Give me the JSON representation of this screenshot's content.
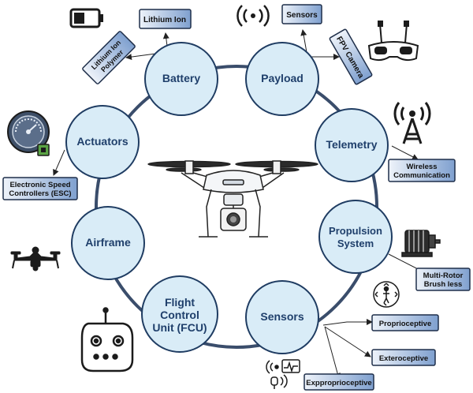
{
  "colors": {
    "node_fill": "#d9ecf7",
    "node_stroke": "#1f3c62",
    "ring": "#3a4d6b",
    "node_text": "#1f3f6b",
    "box_fill_light": "#e8eff8",
    "box_fill_dark": "#7fa0cf",
    "box_stroke": "#1f2f4a",
    "arrow": "#222222",
    "icon": "#1b1b1b"
  },
  "nodes": {
    "battery": "Battery",
    "payload": "Payload",
    "telemetry": "Telemetry",
    "propulsion": [
      "Propulsion",
      "System"
    ],
    "sensors": "Sensors",
    "fcu": [
      "Flight",
      "Control",
      "Unit (FCU)"
    ],
    "airframe": "Airframe",
    "actuators": "Actuators"
  },
  "labels": {
    "lithium_ion": "Lithium Ion",
    "lithium_ion_polymer": [
      "Lithium Ion",
      "Polymer"
    ],
    "payload_sensors": "Sensors",
    "fpv_camera": "FPV Camera",
    "wireless_communication": [
      "Wireless",
      "Communication"
    ],
    "multi_rotor": [
      "Multi-Rotor",
      "Brush less"
    ],
    "proprioceptive": "Proprioceptive",
    "exteroceptive": "Exteroceptive",
    "expproprioceptive": "Expproprioceptive",
    "esc": [
      "Electronic Speed",
      "Controllers (ESC)"
    ]
  },
  "icons": [
    "battery-icon",
    "wireless-signal-icon",
    "vr-goggles-icon",
    "antenna-tower-icon",
    "motor-icon",
    "person-movement-icon",
    "radio-controller-icon",
    "drone-silhouette-icon",
    "speed-gauge-icon",
    "sensor-symbols-icon",
    "quadcopter-drone-icon"
  ]
}
